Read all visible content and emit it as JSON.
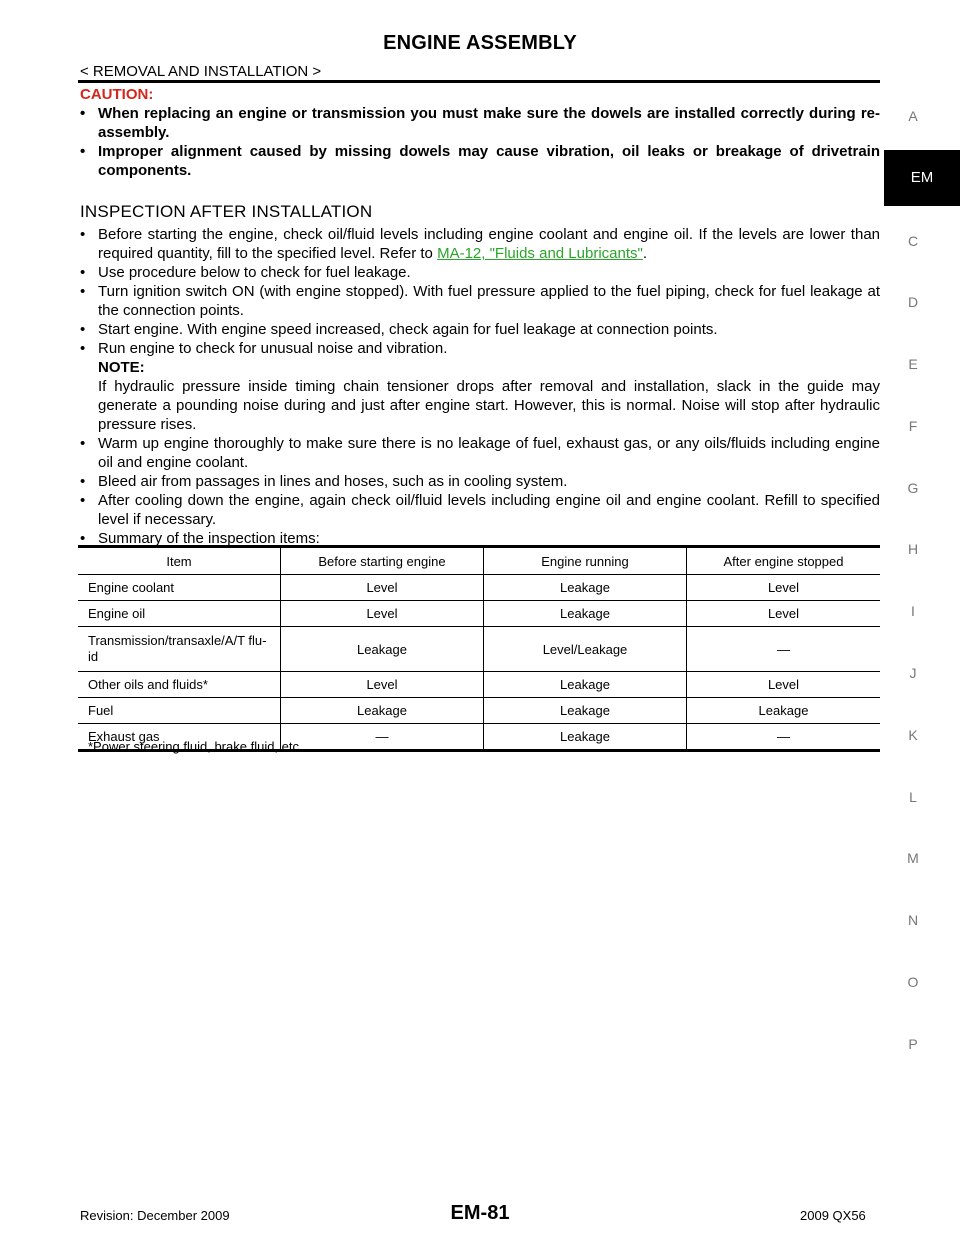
{
  "header": {
    "title": "ENGINE ASSEMBLY",
    "section_path": "< REMOVAL AND INSTALLATION >"
  },
  "caution": {
    "label": "CAUTION:",
    "items": [
      "When replacing an engine or transmission you must make sure the dowels are installed correctly during re-assembly.",
      "Improper alignment caused by missing dowels may cause vibration, oil leaks or breakage of drivetrain components."
    ]
  },
  "inspection": {
    "heading": "INSPECTION AFTER INSTALLATION",
    "step1_text": "Before starting the engine, check oil/fluid levels including engine coolant and engine oil. If the levels are lower than required quantity, fill to the specified level. Refer to ",
    "step1_link": "MA-12, \"Fluids and Lubricants\"",
    "step1_end": ".",
    "step2": "Use procedure below to check for fuel leakage.",
    "step3": "Turn ignition switch ON (with engine stopped). With fuel pressure applied to the fuel piping, check for fuel leakage at the connection points.",
    "step4": "Start engine. With engine speed increased, check again for fuel leakage at connection points.",
    "step5": "Run engine to check for unusual noise and vibration.",
    "note_label": "NOTE:",
    "note_text": "If hydraulic pressure inside timing chain tensioner drops after removal and installation, slack in the guide may generate a pounding noise during and just after engine start. However, this is normal. Noise will stop after hydraulic pressure rises.",
    "step6": "Warm up engine thoroughly to make sure there is no leakage of fuel, exhaust gas, or any oils/fluids including engine oil and engine coolant.",
    "step7": "Bleed air from passages in lines and hoses, such as in cooling system.",
    "step8": "After cooling down the engine, again check oil/fluid levels including engine oil and engine coolant. Refill to specified level if necessary.",
    "step9": "Summary of the inspection items:"
  },
  "summary_table": {
    "headers": [
      "Item",
      "Before starting engine",
      "Engine running",
      "After engine stopped"
    ],
    "rows": [
      [
        "Engine coolant",
        "Level",
        "Leakage",
        "Level"
      ],
      [
        "Engine oil",
        "Level",
        "Leakage",
        "Level"
      ],
      [
        "Transmission/transaxle/A/T flu-\nid",
        "Leakage",
        "Level/Leakage",
        "—"
      ],
      [
        "Other oils and fluids*",
        "Level",
        "Leakage",
        "Level"
      ],
      [
        "Fuel",
        "Leakage",
        "Leakage",
        "Leakage"
      ],
      [
        "Exhaust gas",
        "—",
        "Leakage",
        "—"
      ]
    ],
    "footnote": "*Power steering fluid, brake fluid, etc."
  },
  "sidebar": {
    "active": "EM",
    "letters": [
      "A",
      "C",
      "D",
      "E",
      "F",
      "G",
      "H",
      "I",
      "J",
      "K",
      "L",
      "M",
      "N",
      "O",
      "P"
    ]
  },
  "footer": {
    "revision": "Revision: December 2009",
    "page": "EM-81",
    "model": "2009 QX56"
  }
}
